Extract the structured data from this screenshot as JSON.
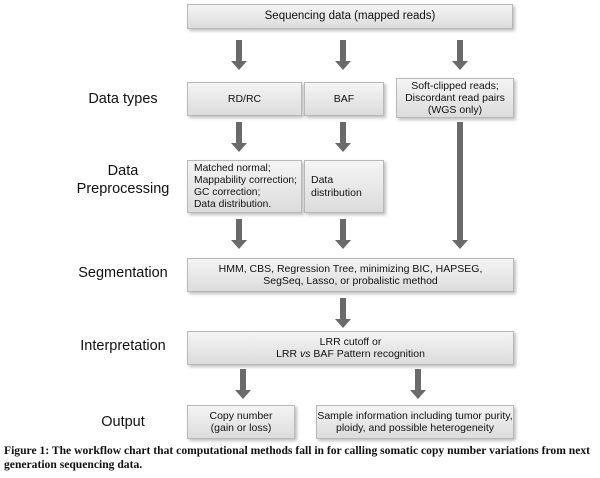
{
  "header_box": "Sequencing data (mapped reads)",
  "stages": {
    "data_types": "Data types",
    "preprocessing": "Data\nPreprocessing",
    "segmentation": "Segmentation",
    "interpretation": "Interpretation",
    "output": "Output"
  },
  "boxes": {
    "rd_rc": "RD/RC",
    "baf": "BAF",
    "soft_clipped": "Soft-clipped reads;\nDiscordant read pairs\n(WGS only)",
    "matched_normal": "Matched normal;\nMappability correction;\nGC correction;\nData distribution.",
    "data_distribution": "Data\ndistribution",
    "segmentation_methods": "HMM, CBS, Regression Tree, minimizing BIC, HAPSEG,\nSegSeq, Lasso, or probalistic method",
    "interpretation_line1": "LRR cutoff  or",
    "interpretation_lrr": "LRR ",
    "interpretation_vs": "vs",
    "interpretation_rest": " BAF Pattern recognition",
    "copy_number": "Copy number\n(gain or loss)",
    "sample_info": "Sample information including tumor purity,\nploidy, and possible heterogeneity"
  },
  "caption": "Figure 1: The workflow chart that computational methods fall in for calling somatic copy number variations from next\ngeneration sequencing data."
}
